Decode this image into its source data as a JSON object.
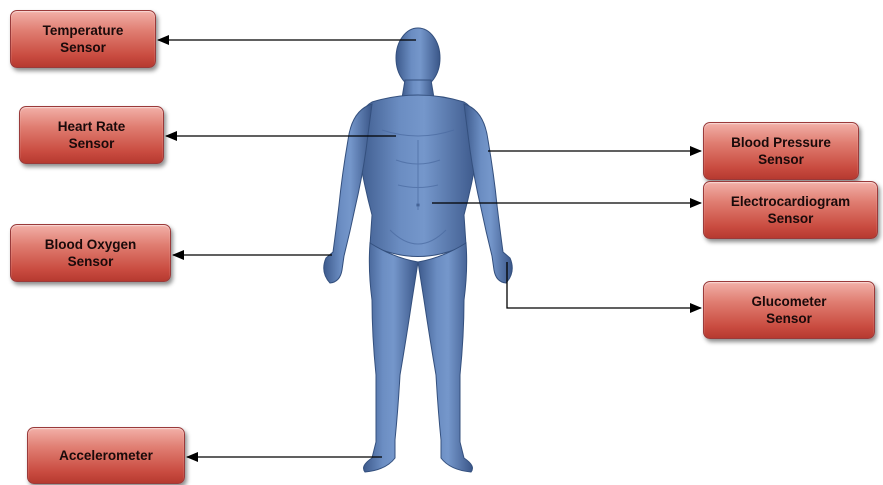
{
  "diagram": {
    "sensors": {
      "temperature": "Temperature\nSensor",
      "heart_rate": "Heart Rate\nSensor",
      "blood_oxygen": "Blood Oxygen\nSensor",
      "accelerometer": "Accelerometer",
      "blood_pressure": "Blood Pressure\nSensor",
      "electrocardiogram": "Electrocardiogram\nSensor",
      "glucometer": "Glucometer\nSensor"
    },
    "colors": {
      "box_fill": "#d85f55",
      "box_border": "#9a3a3a",
      "body_fill": "#5b7bb0",
      "arrow": "#000000"
    }
  }
}
